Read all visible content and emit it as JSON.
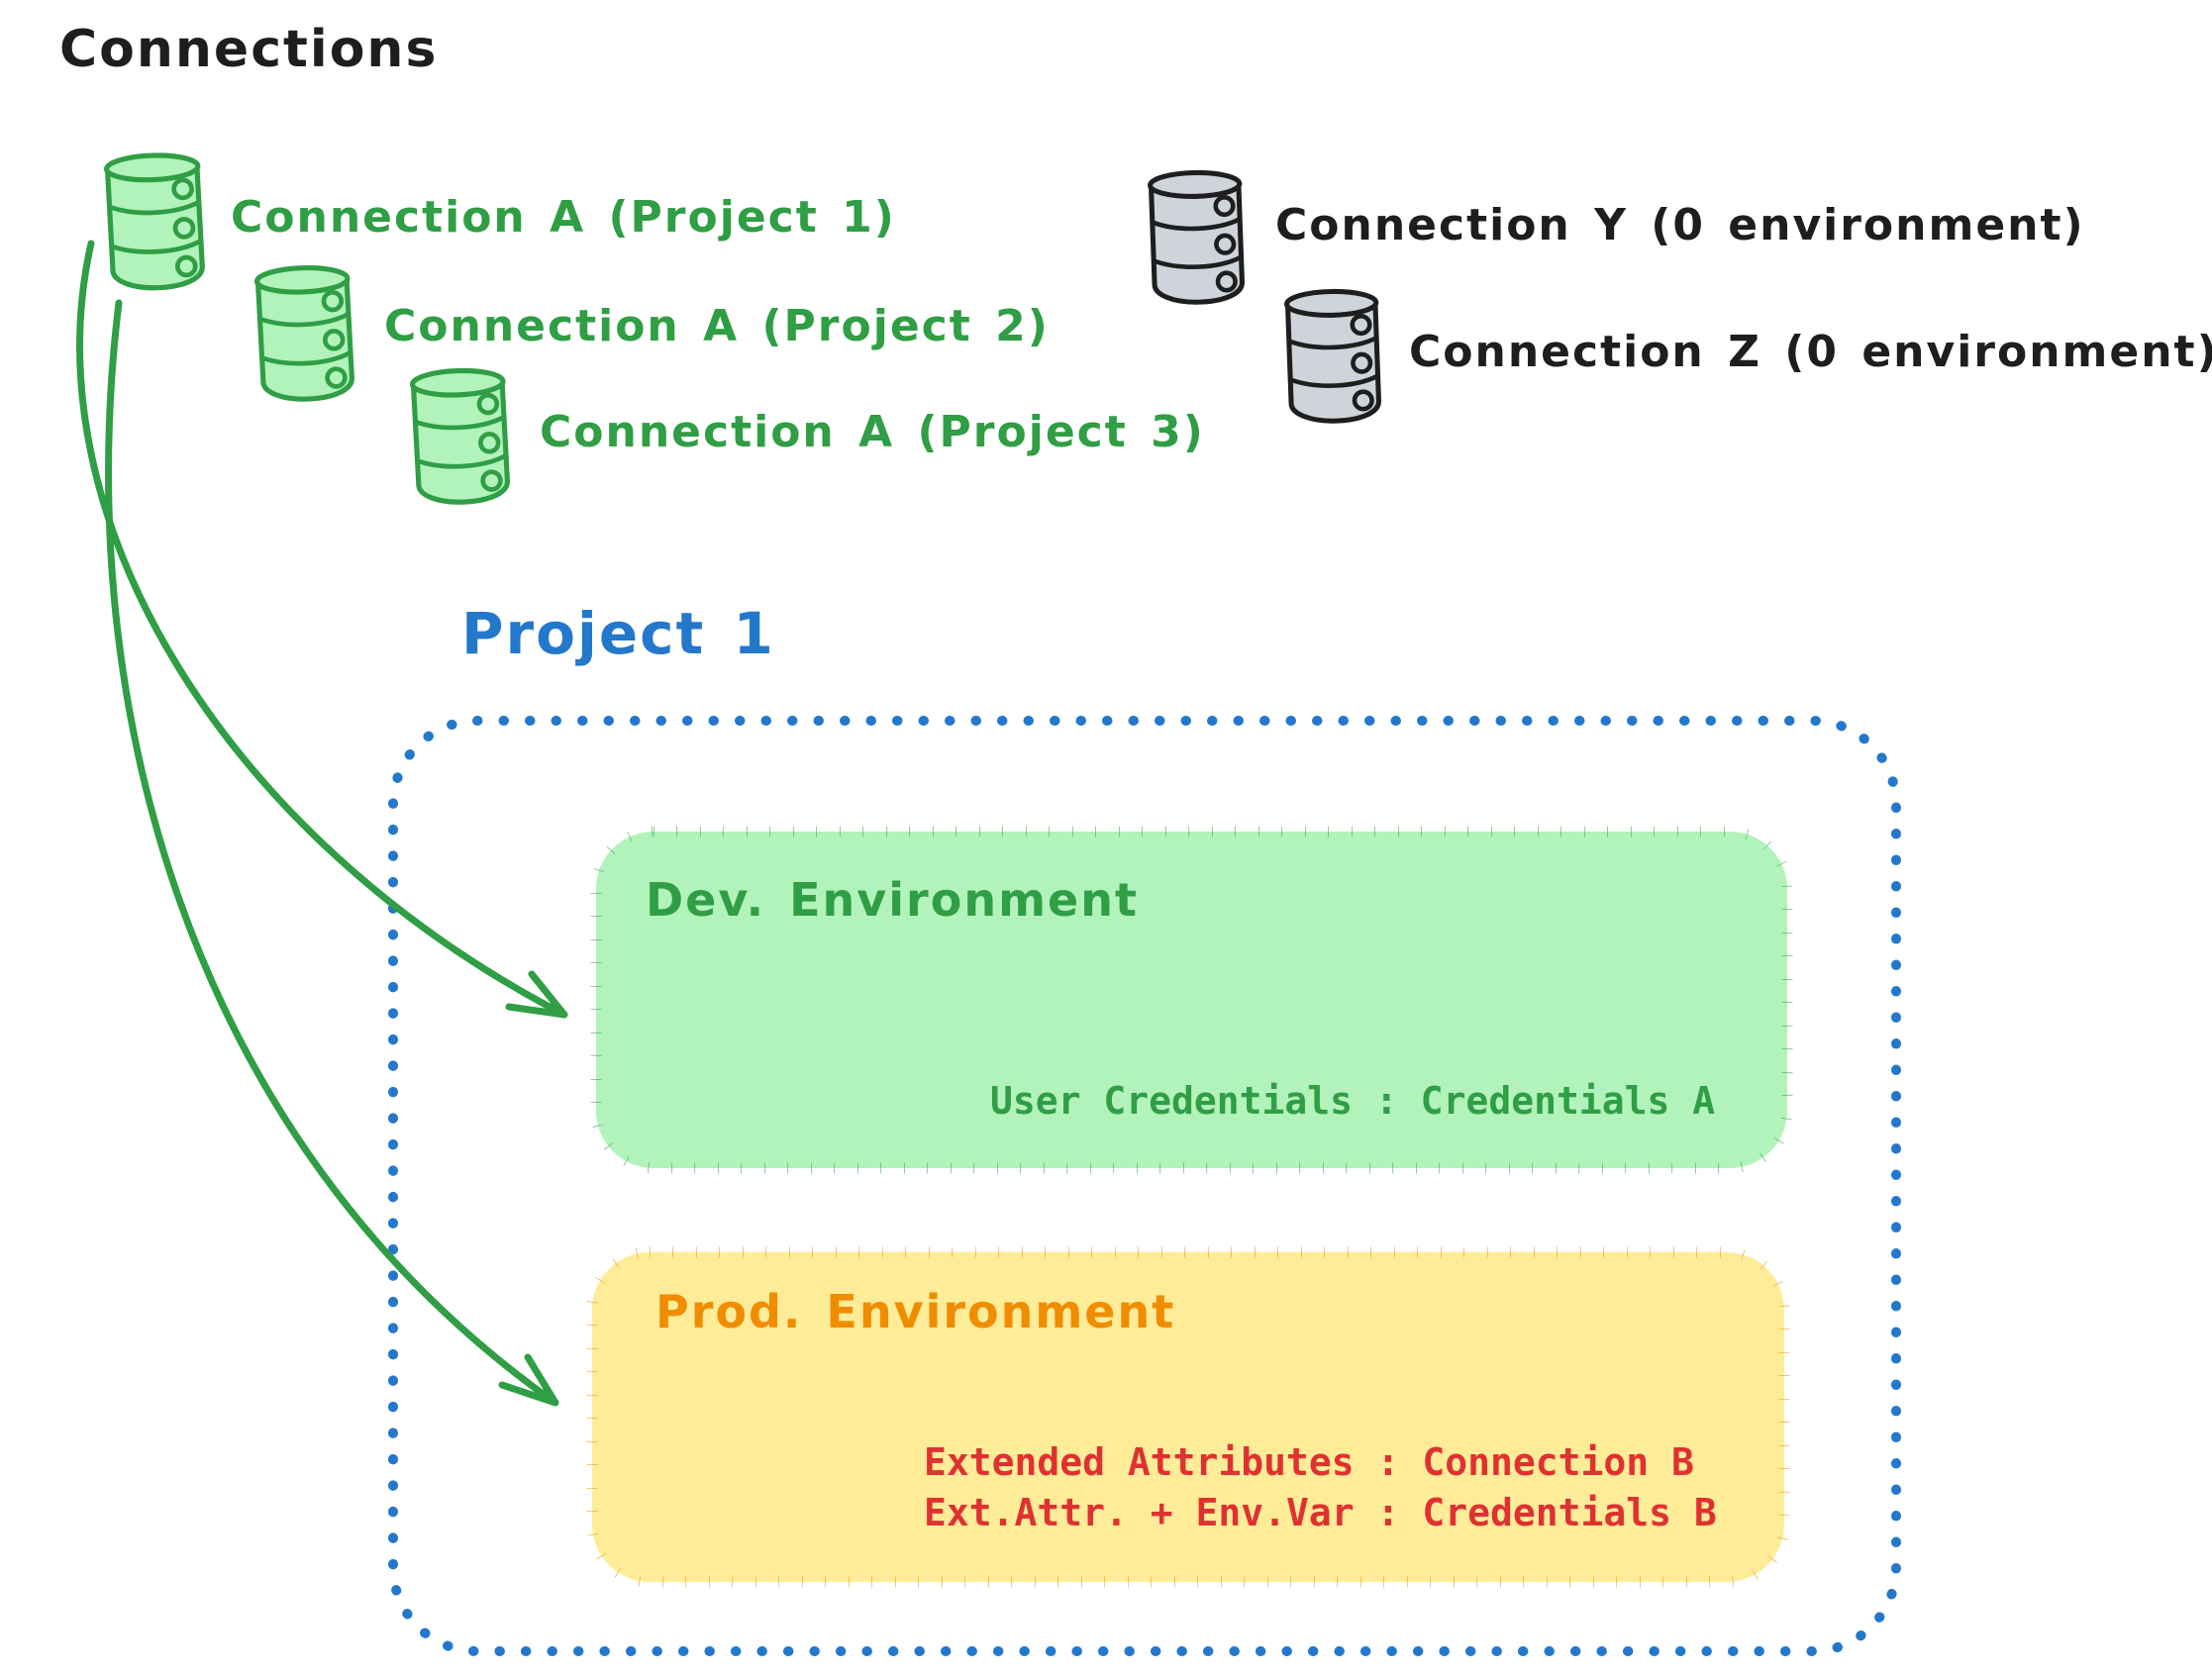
{
  "colors": {
    "ink": "#1e1e1e",
    "green": "#2f9e44",
    "green-fill": "#b2f2bb",
    "blue": "#2478cb",
    "orange": "#f08c00",
    "yellow-fill": "#ffec99",
    "red": "#e03131",
    "gray-fill": "#ced4da"
  },
  "title": "Connections",
  "green_connections": [
    {
      "label": "Connection A (Project 1)"
    },
    {
      "label": "Connection A (Project 2)"
    },
    {
      "label": "Connection A (Project 3)"
    }
  ],
  "gray_connections": [
    {
      "label": "Connection Y (0 environment)"
    },
    {
      "label": "Connection Z (0 environment)"
    }
  ],
  "project": {
    "title": "Project 1",
    "dev_environment": {
      "title": "Dev. Environment",
      "mapping": "User Credentials : Credentials A"
    },
    "prod_environment": {
      "title": "Prod. Environment",
      "mapping_line_1": "Extended Attributes : Connection B",
      "mapping_line_2": "Ext.Attr. + Env.Var : Credentials B"
    }
  }
}
